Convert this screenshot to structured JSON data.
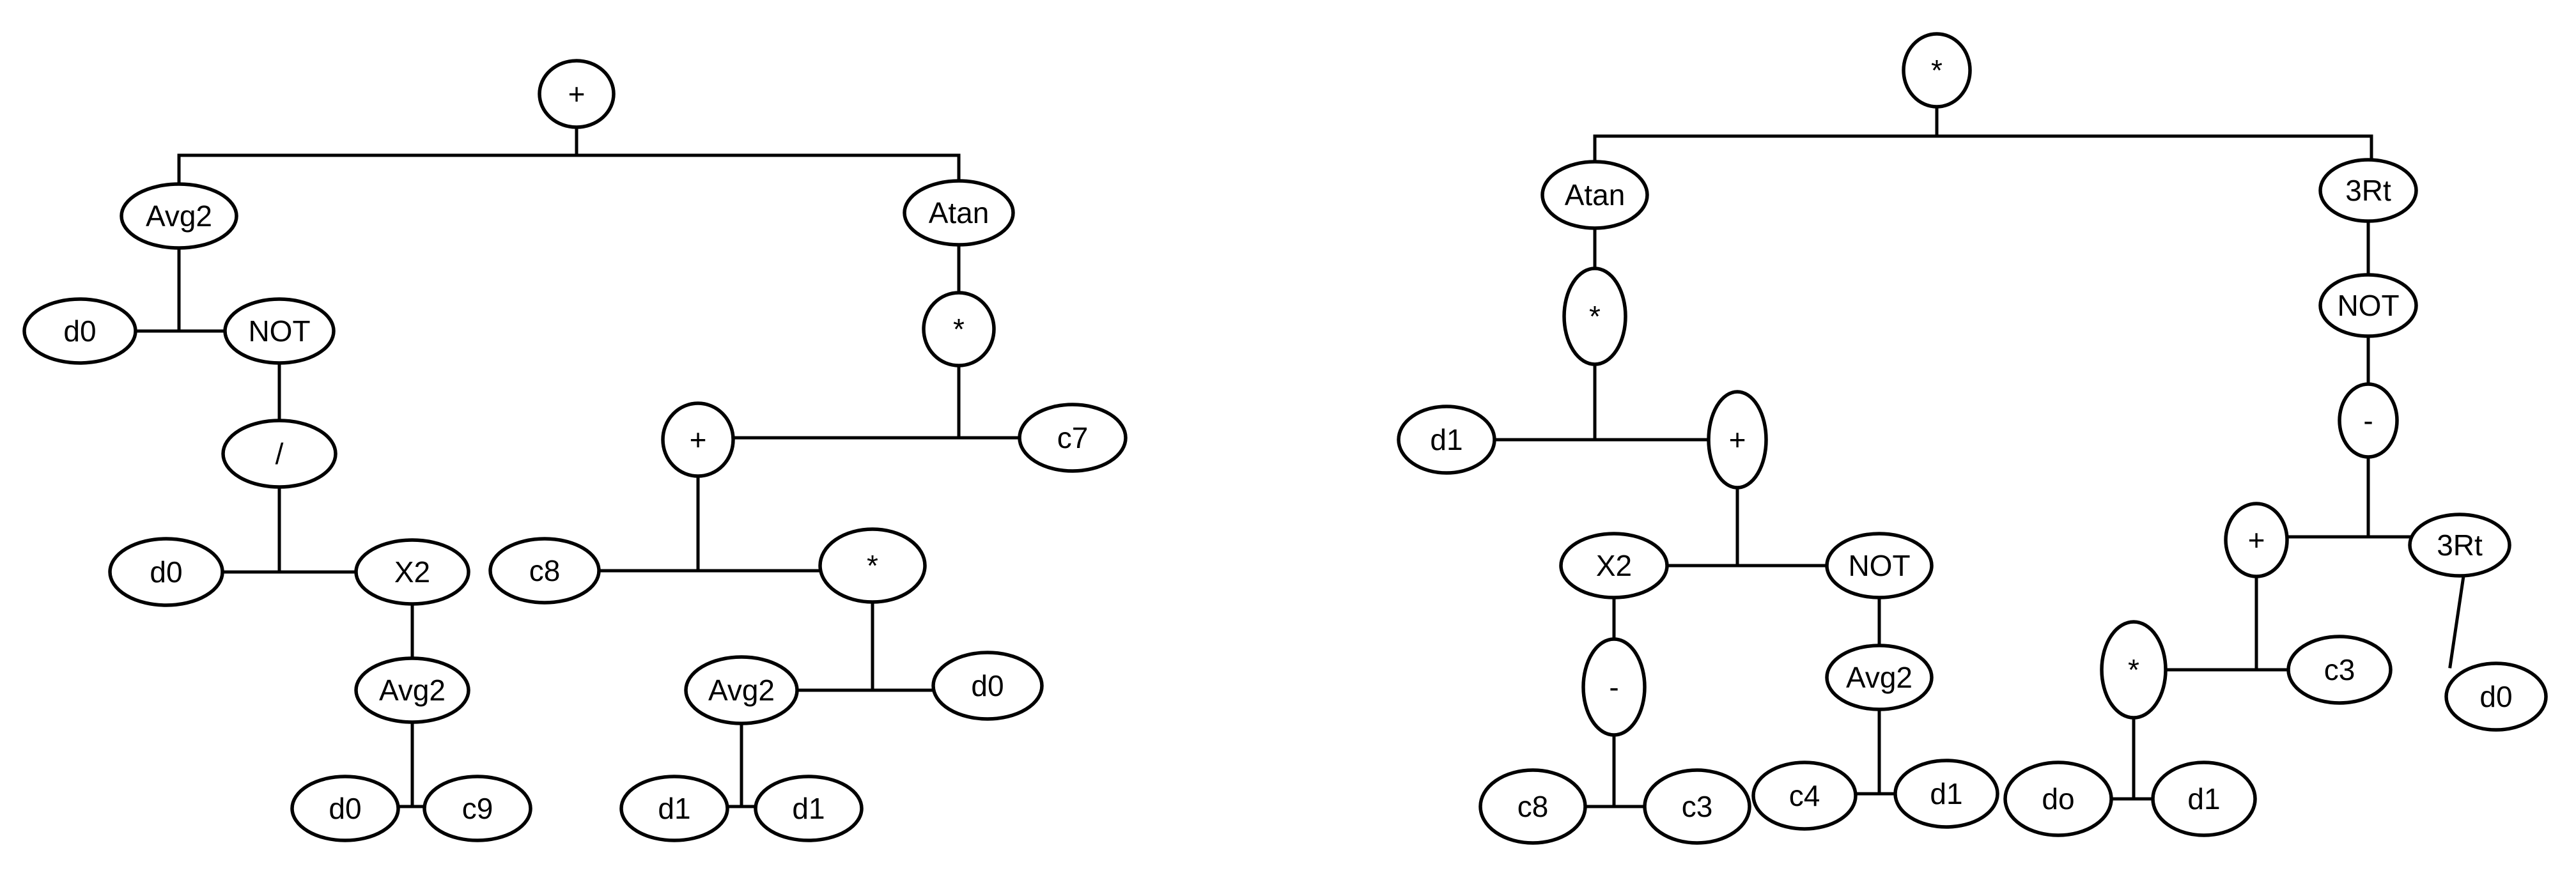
{
  "diagram": {
    "trees": [
      {
        "id": "tree-left",
        "nodes": [
          {
            "id": "root",
            "label": "+"
          },
          {
            "id": "avg2a",
            "label": "Avg2"
          },
          {
            "id": "atanA",
            "label": "Atan"
          },
          {
            "id": "d0a",
            "label": "d0"
          },
          {
            "id": "notA",
            "label": "NOT"
          },
          {
            "id": "divA",
            "label": "/"
          },
          {
            "id": "d0b",
            "label": "d0"
          },
          {
            "id": "x2a",
            "label": "X2"
          },
          {
            "id": "avg2b",
            "label": "Avg2"
          },
          {
            "id": "d0c",
            "label": "d0"
          },
          {
            "id": "c9",
            "label": "c9"
          },
          {
            "id": "mulA",
            "label": "*"
          },
          {
            "id": "plusB",
            "label": "+"
          },
          {
            "id": "c7",
            "label": "c7"
          },
          {
            "id": "c8a",
            "label": "c8"
          },
          {
            "id": "mulB",
            "label": "*"
          },
          {
            "id": "avg2c",
            "label": "Avg2"
          },
          {
            "id": "d0d",
            "label": "d0"
          },
          {
            "id": "d1a",
            "label": "d1"
          },
          {
            "id": "d1b",
            "label": "d1"
          }
        ]
      },
      {
        "id": "tree-right",
        "nodes": [
          {
            "id": "root",
            "label": "*"
          },
          {
            "id": "atanB",
            "label": "Atan"
          },
          {
            "id": "rt3a",
            "label": "3Rt"
          },
          {
            "id": "mulC",
            "label": "*"
          },
          {
            "id": "d1c",
            "label": "d1"
          },
          {
            "id": "plusC",
            "label": "+"
          },
          {
            "id": "x2b",
            "label": "X2"
          },
          {
            "id": "notB",
            "label": "NOT"
          },
          {
            "id": "minusA",
            "label": "-"
          },
          {
            "id": "c8b",
            "label": "c8"
          },
          {
            "id": "c3a",
            "label": "c3"
          },
          {
            "id": "avg2d",
            "label": "Avg2"
          },
          {
            "id": "c4",
            "label": "c4"
          },
          {
            "id": "d1d",
            "label": "d1"
          },
          {
            "id": "notC",
            "label": "NOT"
          },
          {
            "id": "minusB",
            "label": "-"
          },
          {
            "id": "plusD",
            "label": "+"
          },
          {
            "id": "rt3b",
            "label": "3Rt"
          },
          {
            "id": "d0e",
            "label": "d0"
          },
          {
            "id": "mulD",
            "label": "*"
          },
          {
            "id": "c3b",
            "label": "c3"
          },
          {
            "id": "do",
            "label": "do"
          },
          {
            "id": "d1e",
            "label": "d1"
          }
        ]
      }
    ]
  }
}
